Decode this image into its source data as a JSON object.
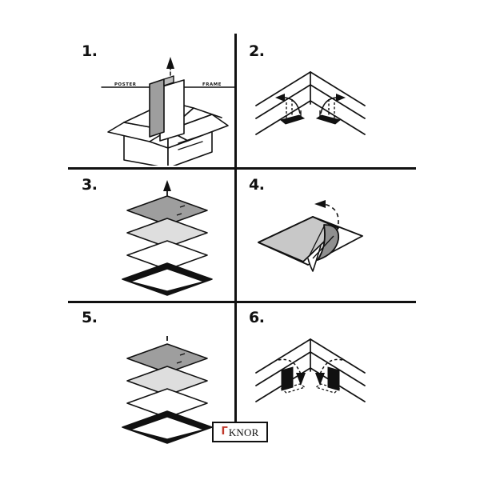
{
  "document": {
    "type": "assembly-instructions",
    "title": "Poster Frame Assembly Instructions",
    "background_color": "#ffffff",
    "ink_color": "#111111"
  },
  "steps": [
    {
      "number": "1.",
      "name": "unpack",
      "illustration": "open-cardboard-box-with-poster-and-frame-lifted-out",
      "labels": {
        "left": "POSTER",
        "right": "FRAME"
      },
      "arrow": "dashed-up-arrow"
    },
    {
      "number": "2.",
      "name": "open-clips",
      "illustration": "frame-back-corner-with-two-clips-rotating-open",
      "labels": {},
      "arrow": "two-curved-arrows-outward"
    },
    {
      "number": "3.",
      "name": "disassemble-layers",
      "illustration": "exploded-layer-stack-lifting-up",
      "labels": {},
      "arrow": "dashed-up-arrow",
      "layers": [
        {
          "name": "backing-board",
          "fill": "#9e9e9e"
        },
        {
          "name": "poster",
          "fill": "#dedede"
        },
        {
          "name": "glazing-sheet",
          "fill": "#ffffff"
        },
        {
          "name": "frame",
          "fill": "#111111"
        }
      ]
    },
    {
      "number": "4.",
      "name": "peel-protective-film",
      "illustration": "peeling-protective-film-from-sheet-corner",
      "labels": {},
      "arrow": "curved-arrow-peel"
    },
    {
      "number": "5.",
      "name": "reassemble-layers",
      "illustration": "exploded-layer-stack-lowering-down",
      "labels": {},
      "arrow": "dashed-down-arrow",
      "layers": [
        {
          "name": "backing-board",
          "fill": "#9e9e9e"
        },
        {
          "name": "poster",
          "fill": "#dedede"
        },
        {
          "name": "glazing-sheet",
          "fill": "#ffffff"
        },
        {
          "name": "frame",
          "fill": "#111111"
        }
      ]
    },
    {
      "number": "6.",
      "name": "close-clips",
      "illustration": "frame-back-corner-with-two-clips-rotated-closed",
      "labels": {},
      "arrow": "two-curved-arrows-down"
    }
  ],
  "logo": {
    "mark": "Γ",
    "mark_color": "#c0392b",
    "text": "KNOR"
  }
}
